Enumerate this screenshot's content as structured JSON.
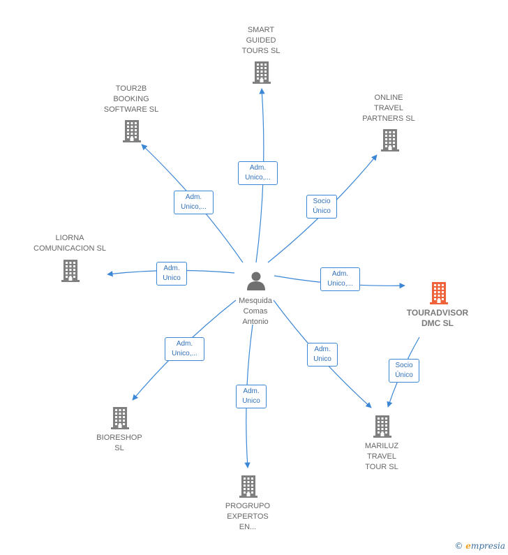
{
  "colors": {
    "edge": "#3b87d6",
    "company": "#7f7f7f",
    "highlight": "#f0623a",
    "person": "#707070"
  },
  "center": {
    "name": "Mesquida\nComas\nAntonio",
    "icon": "person-icon"
  },
  "nodes": [
    {
      "id": "smart",
      "label": "SMART\nGUIDED\nTOURS  SL",
      "icon": "building-icon"
    },
    {
      "id": "tour2b",
      "label": "TOUR2B\nBOOKING\nSOFTWARE  SL",
      "icon": "building-icon"
    },
    {
      "id": "online",
      "label": "ONLINE\nTRAVEL\nPARTNERS SL",
      "icon": "building-icon"
    },
    {
      "id": "liorna",
      "label": "LIORNA\nCOMUNICACION SL",
      "icon": "building-icon"
    },
    {
      "id": "touradvisor",
      "label": "TOURADVISOR\nDMC  SL",
      "icon": "building-icon",
      "highlight": true
    },
    {
      "id": "bioreshop",
      "label": "BIORESHOP\nSL",
      "icon": "building-icon"
    },
    {
      "id": "progrupo",
      "label": "PROGRUPO\nEXPERTOS\nEN...",
      "icon": "building-icon"
    },
    {
      "id": "mariluz",
      "label": "MARILUZ\nTRAVEL\nTOUR  SL",
      "icon": "building-icon"
    }
  ],
  "edges": [
    {
      "from": "center",
      "to": "smart",
      "label": "Adm.\nUnico,..."
    },
    {
      "from": "center",
      "to": "tour2b",
      "label": "Adm.\nUnico,..."
    },
    {
      "from": "center",
      "to": "online",
      "label": "Socio\nÚnico"
    },
    {
      "from": "center",
      "to": "liorna",
      "label": "Adm.\nUnico"
    },
    {
      "from": "center",
      "to": "touradvisor",
      "label": "Adm.\nUnico,..."
    },
    {
      "from": "center",
      "to": "bioreshop",
      "label": "Adm.\nUnico,..."
    },
    {
      "from": "center",
      "to": "progrupo",
      "label": "Adm.\nUnico"
    },
    {
      "from": "center",
      "to": "mariluz",
      "label": "Adm.\nUnico"
    },
    {
      "from": "touradvisor",
      "to": "mariluz",
      "label": "Socio\nÚnico"
    }
  ],
  "footer": {
    "copyright": "©",
    "brand_initial": "e",
    "brand_rest": "mpresia"
  }
}
